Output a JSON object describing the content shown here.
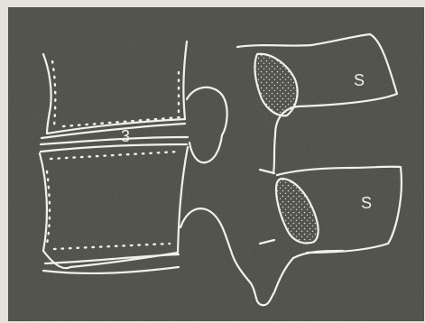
{
  "figure": {
    "labels": {
      "disc_level": "3",
      "segment_upper": "S",
      "segment_lower": "S"
    },
    "colors": {
      "background": "#4a4a44",
      "border": "#e4e2db",
      "line": "#f1f1ea",
      "stipple": "#dedcd2"
    }
  }
}
